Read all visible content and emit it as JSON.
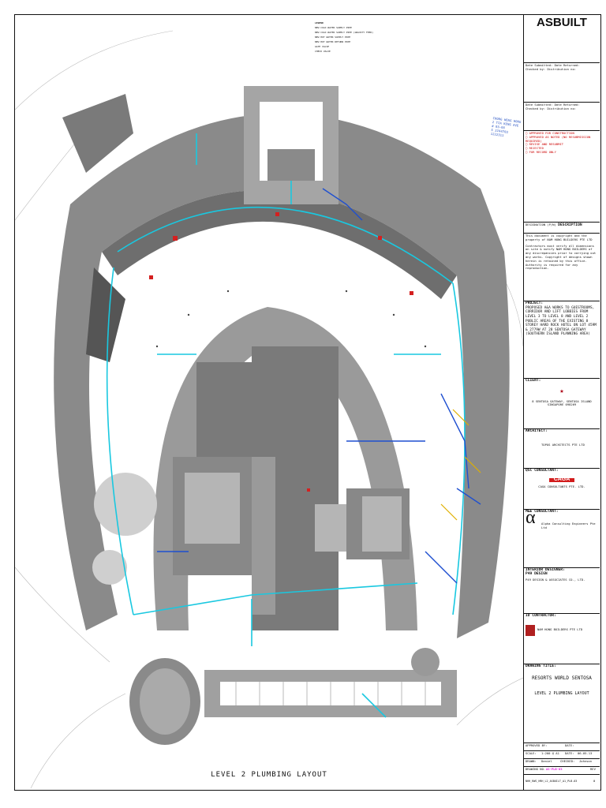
{
  "plan_title": "LEVEL 2 PLUMBING LAYOUT",
  "legend": {
    "title": "LEGEND",
    "items": [
      "NEW COLD WATER SUPPLY PIPE",
      "NEW COLD WATER SUPPLY PIPE (GRAVITY FEED)",
      "NEW HOT WATER SUPPLY PIPE",
      "NEW HOT WATER RETURN PIPE",
      "GATE VALVE",
      "CHECK VALVE"
    ]
  },
  "stamp_text": [
    "CHONG WENG HONG",
    "2 TIA KENG AVE",
    "# 03-08",
    "S 2244703",
    "1222311"
  ],
  "title_block": {
    "status": "ASBUILT",
    "checks": [
      "APPROVED FOR CONSTRUCTION",
      "APPROVED AS NOTED (NO RESUBMISSION REQUIRED)",
      "REVISE AND RESUBMIT",
      "REJECTED",
      "FOR RECORD ONLY"
    ],
    "submitted_label": "Date Submitted:",
    "returned_label": "Date Returned:",
    "checked_label": "Checked by:",
    "distribution_label": "Distribution no:",
    "revisions_header": "DESCRIPTION",
    "designation_label": "DESIGNATION (P/N)",
    "copyright_text": "This document is copyright and the property of NAM HONG BUILDERS PTE LTD",
    "notes": "Contractors must verify all dimensions on site & notify NAM HONG BUILDERS of any discrepancies prior to carrying out any works. Copyright of designs shown herein is retained by this office. Authority is required for any reproduction.",
    "project_label": "PROJECT:",
    "project_text": "PROPOSED A&A WORKS TO GUESTROOMS, CORRIDOR AND LIFT LOBBIES FROM LEVEL 3 TO LEVEL 8 AND LEVEL 2 PUBLIC AREAS OF THE EXISTING 8 STOREY HARD ROCK HOTEL ON LOT 459M & 2779W AT 28 SENTOSA GATEWAY (SOUTHERN ISLAND PLANNING AREA)",
    "client_label": "CLIENT:",
    "client_address": "8 SENTOSA GATEWAY, SENTOSA ISLAND SINGAPORE 098269",
    "architect_label": "ARCHITECT:",
    "architect_name": "TOPOS ARCHITECTS PTE LTD",
    "qs_label": "QSC CONSULTANT:",
    "qs_logo": "CAGA",
    "qs_name": "CAGA CONSULTANTS PTE. LTD.",
    "mne_label": "M&E CONSULTANT:",
    "mne_name": "Alpha Consulting Engineers Pte Ltd",
    "id_label": "INTERIOR DESIGNER:",
    "id_sub": "P49 DESIGN",
    "id_name": "P49 DESIGN & ASSOCIATES CO., LTD.",
    "contractor_label": "ID CONTRACTOR:",
    "contractor_name": "NAM HONG BUILDERS PTE LTD",
    "drawing_title_label": "DRAWING TITLE:",
    "drawing_project": "RESORTS WORLD SENTOSA",
    "drawing_name": "LEVEL 2 PLUMBING LAYOUT",
    "approved_by": "APPROVED BY:",
    "date_label": "DATE:",
    "scale_label": "SCALE:",
    "scale_value": "1:200 @ A1",
    "date_value": "06-05-13",
    "drawn_label": "DRAWN:",
    "drawn_value": "Daniel",
    "check_label": "CHECKED:",
    "check_value": "Johnson",
    "drawing_no_label": "DRAWING NO.",
    "drawing_no": "AS-PLB-03",
    "rev_label": "REV",
    "file_name": "NHH_RWS_HRH_L2_ASBUILT_A1_PLB-03",
    "rev_value": "0"
  }
}
